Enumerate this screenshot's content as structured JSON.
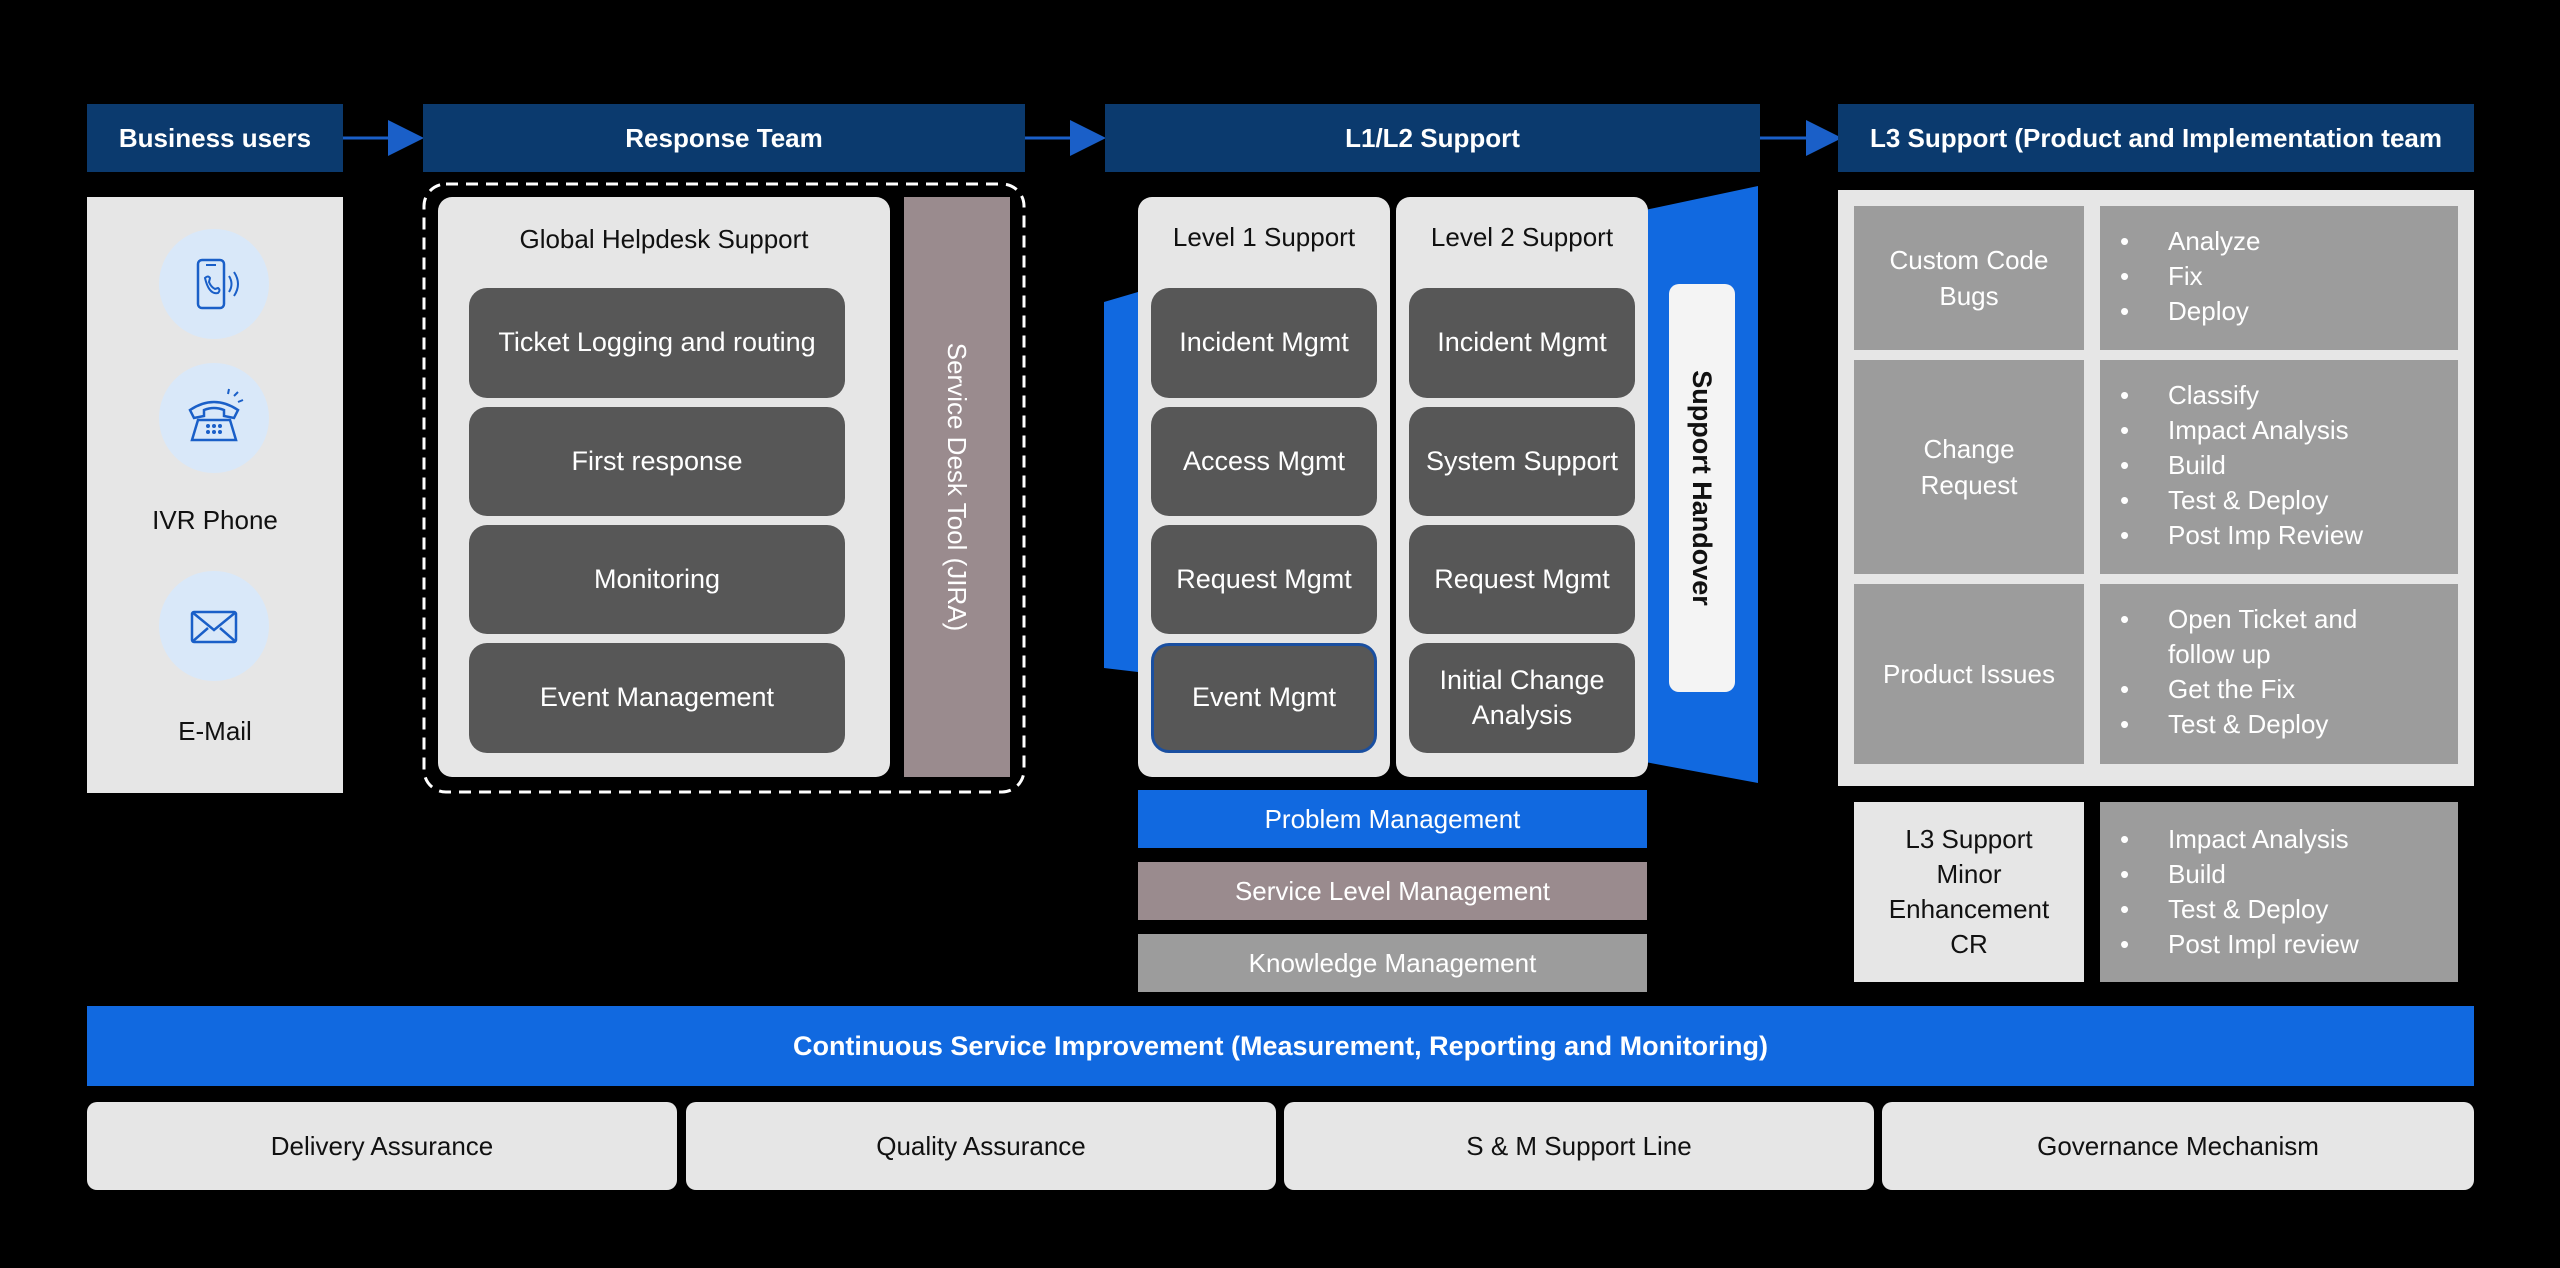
{
  "headers": {
    "business_users": "Business users",
    "response_team": "Response Team",
    "l1l2": "L1/L2 Support",
    "l3": "L3 Support (Product and Implementation team"
  },
  "channels": {
    "ivr": "IVR Phone",
    "email": "E-Mail"
  },
  "helpdesk": {
    "title": "Global Helpdesk Support",
    "items": [
      "Ticket Logging and routing",
      "First response",
      "Monitoring",
      "Event Management"
    ],
    "tool": "Service Desk Tool (JIRA)"
  },
  "level1": {
    "title": "Level 1 Support",
    "items": [
      "Incident Mgmt",
      "Access Mgmt",
      "Request Mgmt",
      "Event Mgmt"
    ]
  },
  "level2": {
    "title": "Level 2 Support",
    "items": [
      "Incident Mgmt",
      "System Support",
      "Request Mgmt",
      "Initial Change Analysis"
    ]
  },
  "handover": "Support Handover",
  "bars": {
    "problem": "Problem Management",
    "service_level": "Service Level Management",
    "knowledge": "Knowledge Management"
  },
  "l3rows": [
    {
      "label": "Custom Code Bugs",
      "bullets": [
        "Analyze",
        "Fix",
        "Deploy"
      ]
    },
    {
      "label": "Change Request",
      "bullets": [
        "Classify",
        "Impact Analysis",
        "Build",
        "Test & Deploy",
        "Post Imp Review"
      ]
    },
    {
      "label": "Product Issues",
      "bullets": [
        "Open Ticket and follow up",
        "Get the Fix",
        "Test & Deploy"
      ]
    }
  ],
  "l3minor": {
    "label": "L3 Support Minor Enhancement CR",
    "bullets": [
      "Impact Analysis",
      "Build",
      "Test & Deploy",
      "Post Impl review"
    ]
  },
  "csi": "Continuous Service Improvement (Measurement, Reporting and Monitoring)",
  "bottom": [
    "Delivery Assurance",
    "Quality Assurance",
    "S & M Support Line",
    "Governance Mechanism"
  ],
  "colors": {
    "navy": "#0b3a6e",
    "blue": "#1169e0",
    "mauve": "#9a8b8e",
    "grey": "#9c9c9c",
    "dark": "#575757"
  }
}
